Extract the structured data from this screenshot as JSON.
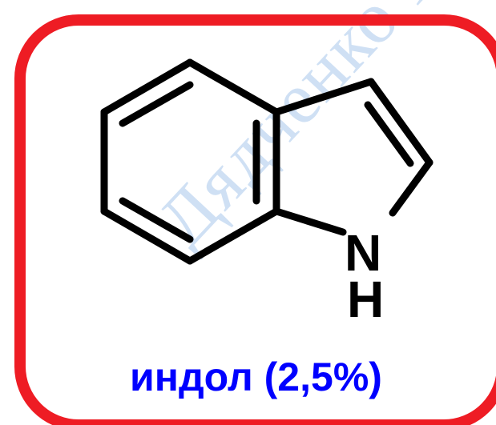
{
  "molecule": {
    "name": "индол",
    "percent": "(2,5%)",
    "atoms": {
      "nitrogen": "N",
      "hydrogen": "H"
    }
  },
  "watermark": "Дядченко В. П.",
  "colors": {
    "frame": "#ee1c24",
    "caption": "#0000ff",
    "bonds": "#000000",
    "watermark": "#cfe0f4"
  }
}
